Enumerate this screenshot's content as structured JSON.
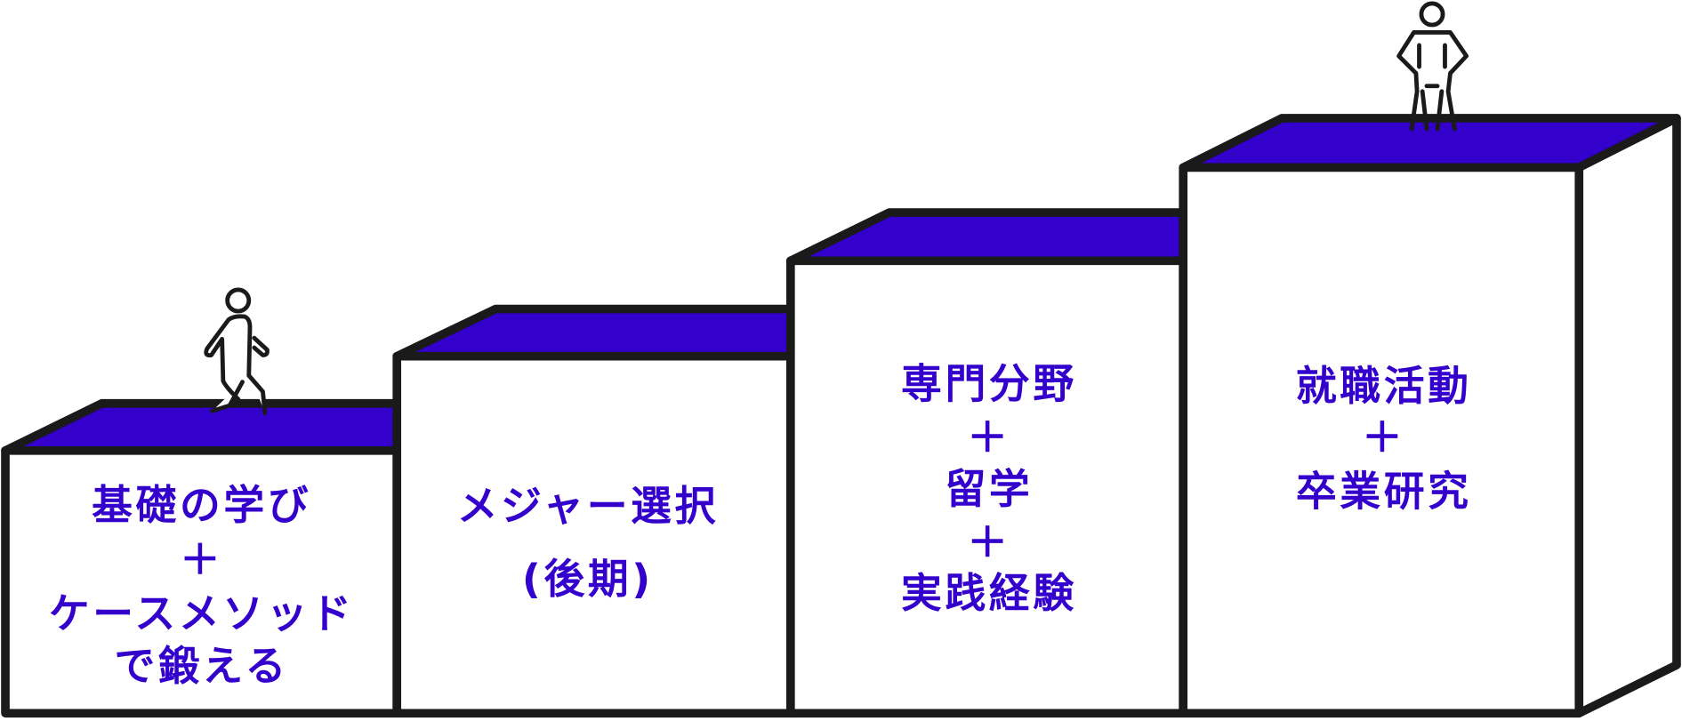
{
  "colors": {
    "accent": "#3300cc",
    "outline": "#1a1a1a"
  },
  "steps": [
    {
      "lines": [
        "基礎の学び",
        "＋",
        "ケースメソッド",
        "で鍛える"
      ]
    },
    {
      "lines": [
        "メジャー選択",
        "(後期)"
      ]
    },
    {
      "lines": [
        "専門分野",
        "＋",
        "留学",
        "＋",
        "実践経験"
      ]
    },
    {
      "lines": [
        "就職活動",
        "＋",
        "卒業研究"
      ]
    }
  ],
  "icons": [
    "walking-person-icon",
    "standing-person-icon"
  ]
}
